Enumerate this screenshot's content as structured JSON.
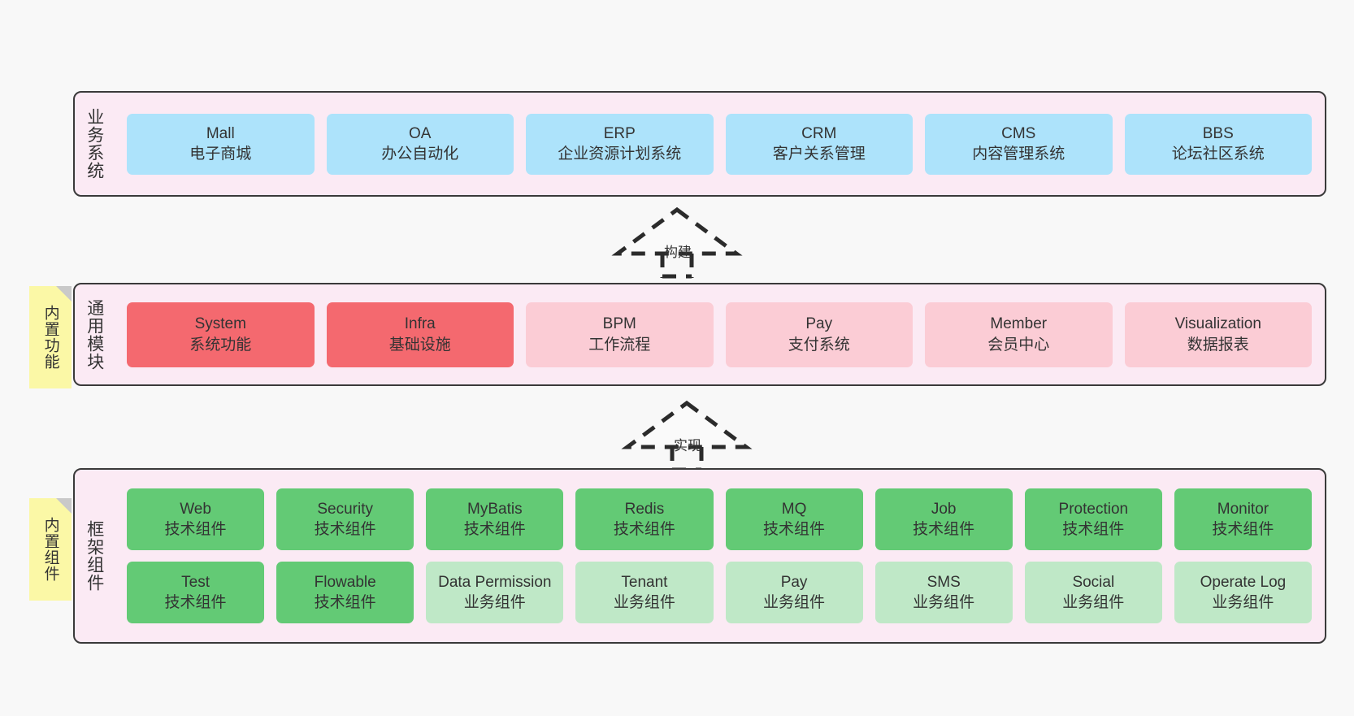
{
  "diagram": {
    "background_color": "#f8f8f8",
    "panel_color": "#fbeaf4",
    "panel_border_color": "#3a3a3a",
    "note_color": "#fbf8a6"
  },
  "notes": [
    {
      "id": "builtin-features",
      "label": "内置功能"
    },
    {
      "id": "builtin-components",
      "label": "内置组件"
    }
  ],
  "arrows": [
    {
      "id": "build",
      "label": "构建",
      "style": "dashed-hollow-triangle-up"
    },
    {
      "id": "realize",
      "label": "实现",
      "style": "dashed-hollow-triangle-up"
    }
  ],
  "layers": [
    {
      "id": "business",
      "title": "业务系统",
      "color": "#ade3fb",
      "rows": [
        [
          {
            "en": "Mall",
            "cn": "电子商城",
            "color": "#ade3fb"
          },
          {
            "en": "OA",
            "cn": "办公自动化",
            "color": "#ade3fb"
          },
          {
            "en": "ERP",
            "cn": "企业资源计划系统",
            "color": "#ade3fb"
          },
          {
            "en": "CRM",
            "cn": "客户关系管理",
            "color": "#ade3fb"
          },
          {
            "en": "CMS",
            "cn": "内容管理系统",
            "color": "#ade3fb"
          },
          {
            "en": "BBS",
            "cn": "论坛社区系统",
            "color": "#ade3fb"
          }
        ]
      ]
    },
    {
      "id": "modules",
      "title": "通用模块",
      "color": "#fbccd5",
      "rows": [
        [
          {
            "en": "System",
            "cn": "系统功能",
            "color": "#f4696f"
          },
          {
            "en": "Infra",
            "cn": "基础设施",
            "color": "#f4696f"
          },
          {
            "en": "BPM",
            "cn": "工作流程",
            "color": "#fbccd5"
          },
          {
            "en": "Pay",
            "cn": "支付系统",
            "color": "#fbccd5"
          },
          {
            "en": "Member",
            "cn": "会员中心",
            "color": "#fbccd5"
          },
          {
            "en": "Visualization",
            "cn": "数据报表",
            "color": "#fbccd5"
          }
        ]
      ]
    },
    {
      "id": "framework",
      "title": "框架组件",
      "color": "#63ca75",
      "rows": [
        [
          {
            "en": "Web",
            "cn": "技术组件",
            "color": "#63ca75"
          },
          {
            "en": "Security",
            "cn": "技术组件",
            "color": "#63ca75"
          },
          {
            "en": "MyBatis",
            "cn": "技术组件",
            "color": "#63ca75"
          },
          {
            "en": "Redis",
            "cn": "技术组件",
            "color": "#63ca75"
          },
          {
            "en": "MQ",
            "cn": "技术组件",
            "color": "#63ca75"
          },
          {
            "en": "Job",
            "cn": "技术组件",
            "color": "#63ca75"
          },
          {
            "en": "Protection",
            "cn": "技术组件",
            "color": "#63ca75"
          },
          {
            "en": "Monitor",
            "cn": "技术组件",
            "color": "#63ca75"
          }
        ],
        [
          {
            "en": "Test",
            "cn": "技术组件",
            "color": "#63ca75"
          },
          {
            "en": "Flowable",
            "cn": "技术组件",
            "color": "#63ca75"
          },
          {
            "en": "Data Permission",
            "cn": "业务组件",
            "color": "#bfe8c7"
          },
          {
            "en": "Tenant",
            "cn": "业务组件",
            "color": "#bfe8c7"
          },
          {
            "en": "Pay",
            "cn": "业务组件",
            "color": "#bfe8c7"
          },
          {
            "en": "SMS",
            "cn": "业务组件",
            "color": "#bfe8c7"
          },
          {
            "en": "Social",
            "cn": "业务组件",
            "color": "#bfe8c7"
          },
          {
            "en": "Operate Log",
            "cn": "业务组件",
            "color": "#bfe8c7"
          }
        ]
      ]
    }
  ]
}
